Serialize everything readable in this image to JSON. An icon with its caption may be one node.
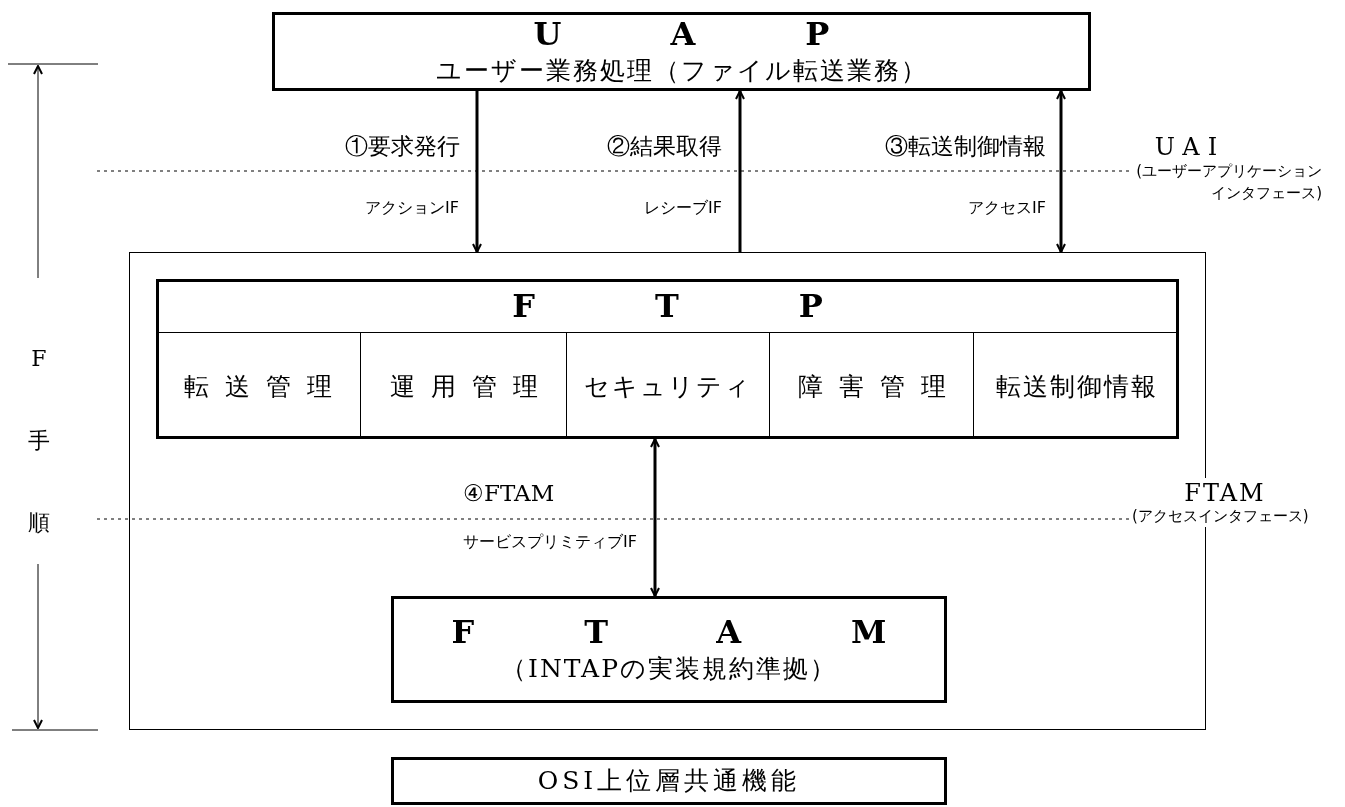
{
  "diagram": {
    "nodes": [
      {
        "text": [
          "UAP",
          "ユーザー業務処理（ファイル転送業務）"
        ]
      },
      {
        "text": [],
        "shape": "box"
      },
      {
        "text": [
          "FTP"
        ],
        "in": 1
      },
      {
        "text": [
          "転送管理"
        ],
        "in": 2
      },
      {
        "text": [
          "運用管理"
        ],
        "in": 2
      },
      {
        "text": [
          "セキュリティ"
        ],
        "in": 2
      },
      {
        "text": [
          "障害管理"
        ],
        "in": 2
      },
      {
        "text": [
          "転送制御情報"
        ],
        "in": 2
      },
      {
        "text": [
          "FTAM",
          "（INTAPの実装規約準拠）"
        ],
        "in": 1
      },
      {
        "text": [
          "OSI上位層共通機能"
        ]
      }
    ],
    "edges": [
      {
        "from": 0,
        "to": 1,
        "arrow": "to",
        "label": "①要求発行"
      },
      {
        "from": 1,
        "to": 0,
        "arrow": "to",
        "label": "②結果取得"
      },
      {
        "from": 0,
        "to": 1,
        "arrow": "both",
        "label": "③転送制御情報"
      },
      {
        "from": 5,
        "to": 8,
        "arrow": "both",
        "label": "④FTAM"
      }
    ],
    "labels": [
      "アクションIF",
      "レシーブIF",
      "アクセスIF",
      "UAI",
      "(ユーザーアプリケーションインタフェース)",
      "サービスプリミティブIF",
      "FTAM",
      "(アクセスインタフェース)",
      "F手順"
    ]
  }
}
